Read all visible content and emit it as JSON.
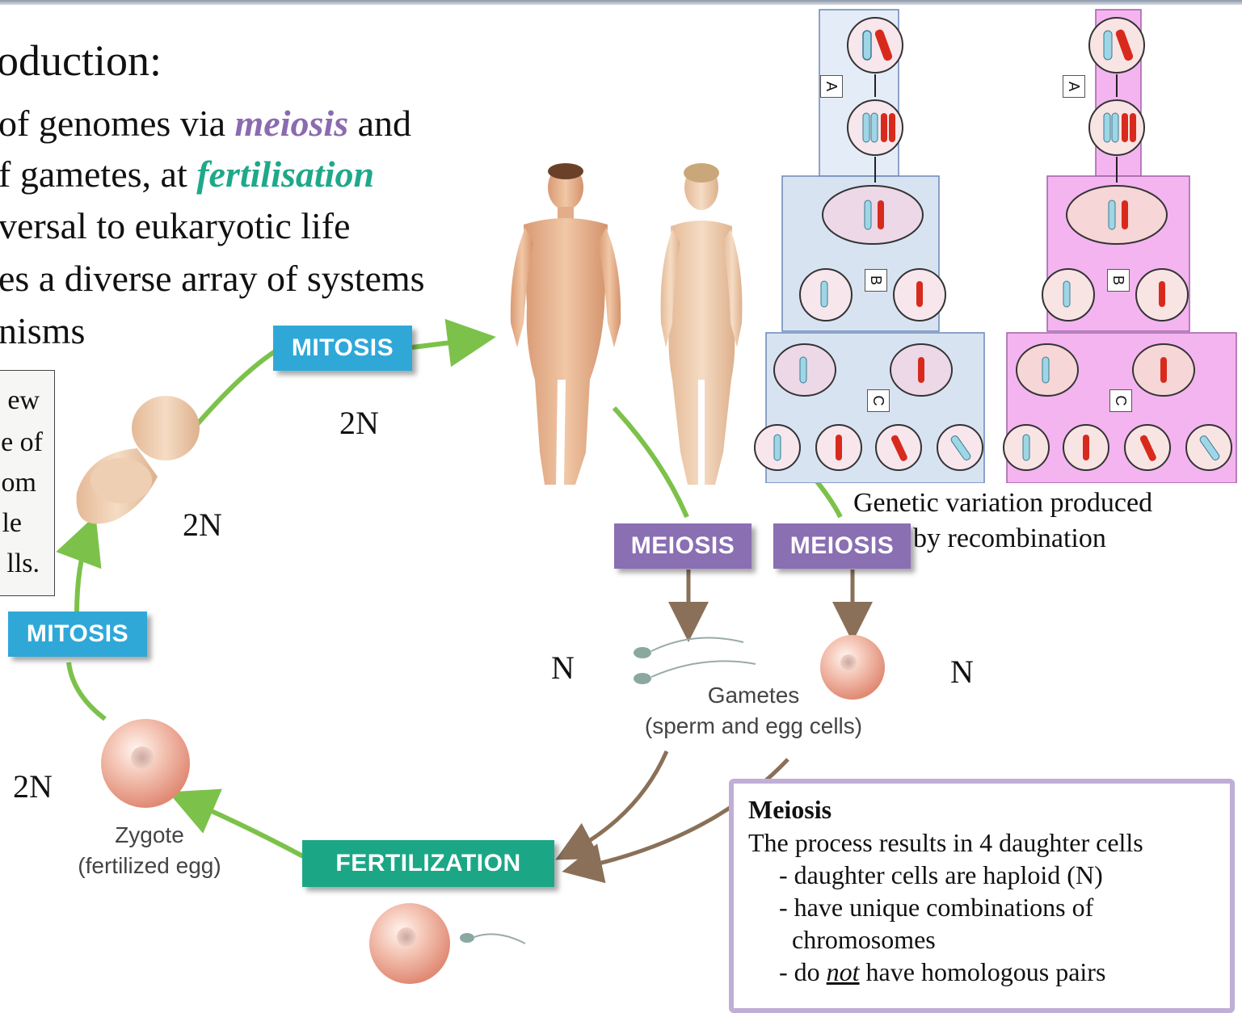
{
  "heading": "oduction:",
  "bullets": {
    "line1_pre": "of genomes via ",
    "line1_kw": "meiosis",
    "line1_post": " and",
    "line2_pre": "f gametes, at ",
    "line2_kw": "fertilisation",
    "line3": "versal to eukaryotic life",
    "line4": "es a diverse array of systems",
    "line5": "nisms"
  },
  "note_lines": [
    "ew",
    "e of",
    "om",
    "le",
    "lls."
  ],
  "ploidy": {
    "adult": "2N",
    "baby": "2N",
    "zygote": "2N",
    "sperm": "N",
    "egg": "N"
  },
  "cycle_labels": {
    "mitosis_top": "MITOSIS",
    "mitosis_left": "MITOSIS",
    "meiosis_male": "MEIOSIS",
    "meiosis_female": "MEIOSIS",
    "fertilization": "FERTILIZATION"
  },
  "gametes_label": [
    "Gametes",
    "(sperm and egg cells)"
  ],
  "zygote_label": [
    "Zygote",
    "(fertilized egg)"
  ],
  "inset": {
    "stage_labels": [
      "A",
      "B",
      "C"
    ],
    "caption": [
      "Genetic variation produced",
      "by recombination"
    ],
    "left_panel_color": "#d8e3f2",
    "right_panel_color": "#f3b4f0"
  },
  "meiosis_box": {
    "title": "Meiosis",
    "line1": "The process results in 4 daughter cells",
    "line2": "- daughter cells are haploid (N)",
    "line3": "- have unique combinations of",
    "line4": "chromosomes",
    "line5_pre": "- do ",
    "line5_em": "not",
    "line5_post": " have homologous pairs"
  },
  "colors": {
    "mitosis": "#2fa8d8",
    "meiosis": "#8a6fb3",
    "fertilization": "#1ba786",
    "green_arrow": "#7cc24a",
    "brown_arrow": "#8a7058"
  }
}
